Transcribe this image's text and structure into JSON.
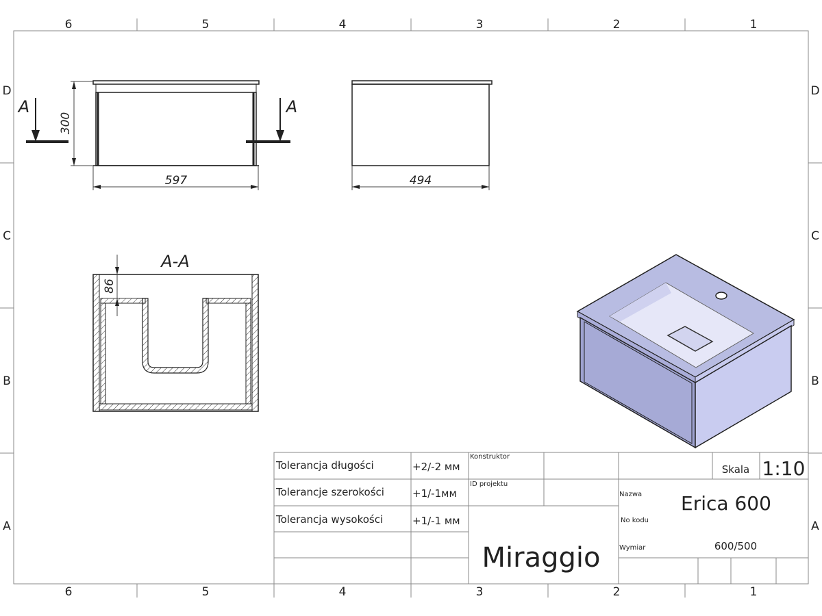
{
  "frame": {
    "column_labels": [
      "6",
      "5",
      "4",
      "3",
      "2",
      "1"
    ],
    "row_labels": [
      "D",
      "C",
      "B",
      "A"
    ]
  },
  "views": {
    "front": {
      "height_dim": "300",
      "width_dim": "597",
      "section_marker": "A"
    },
    "side": {
      "width_dim": "494"
    },
    "section": {
      "title": "A-A",
      "top_dim": "86"
    }
  },
  "title_block": {
    "tolerances": [
      {
        "label": "Tolerancja długości",
        "value": "+2/-2 мм"
      },
      {
        "label": "Tolerancje szerokości",
        "value": "+1/-1мм"
      },
      {
        "label": "Tolerancja wysokości",
        "value": "+1/-1 мм"
      }
    ],
    "konstruktor_label": "Konstruktor",
    "id_projektu_label": "ID projektu",
    "company": "Miraggio",
    "skala_label": "Skala",
    "skala_value": "1:10",
    "nazwa_label": "Nazwa",
    "nazwa_value": "Erica 600",
    "no_kodu_label": "No kodu",
    "wymiar_label": "Wymiar",
    "wymiar_value": "600/500"
  },
  "colors": {
    "line": "#222222",
    "iso_top": "#b9bde3",
    "iso_front": "#9ea2d0",
    "iso_side": "#c9ccf0",
    "iso_basin": "#e4e5f7"
  }
}
